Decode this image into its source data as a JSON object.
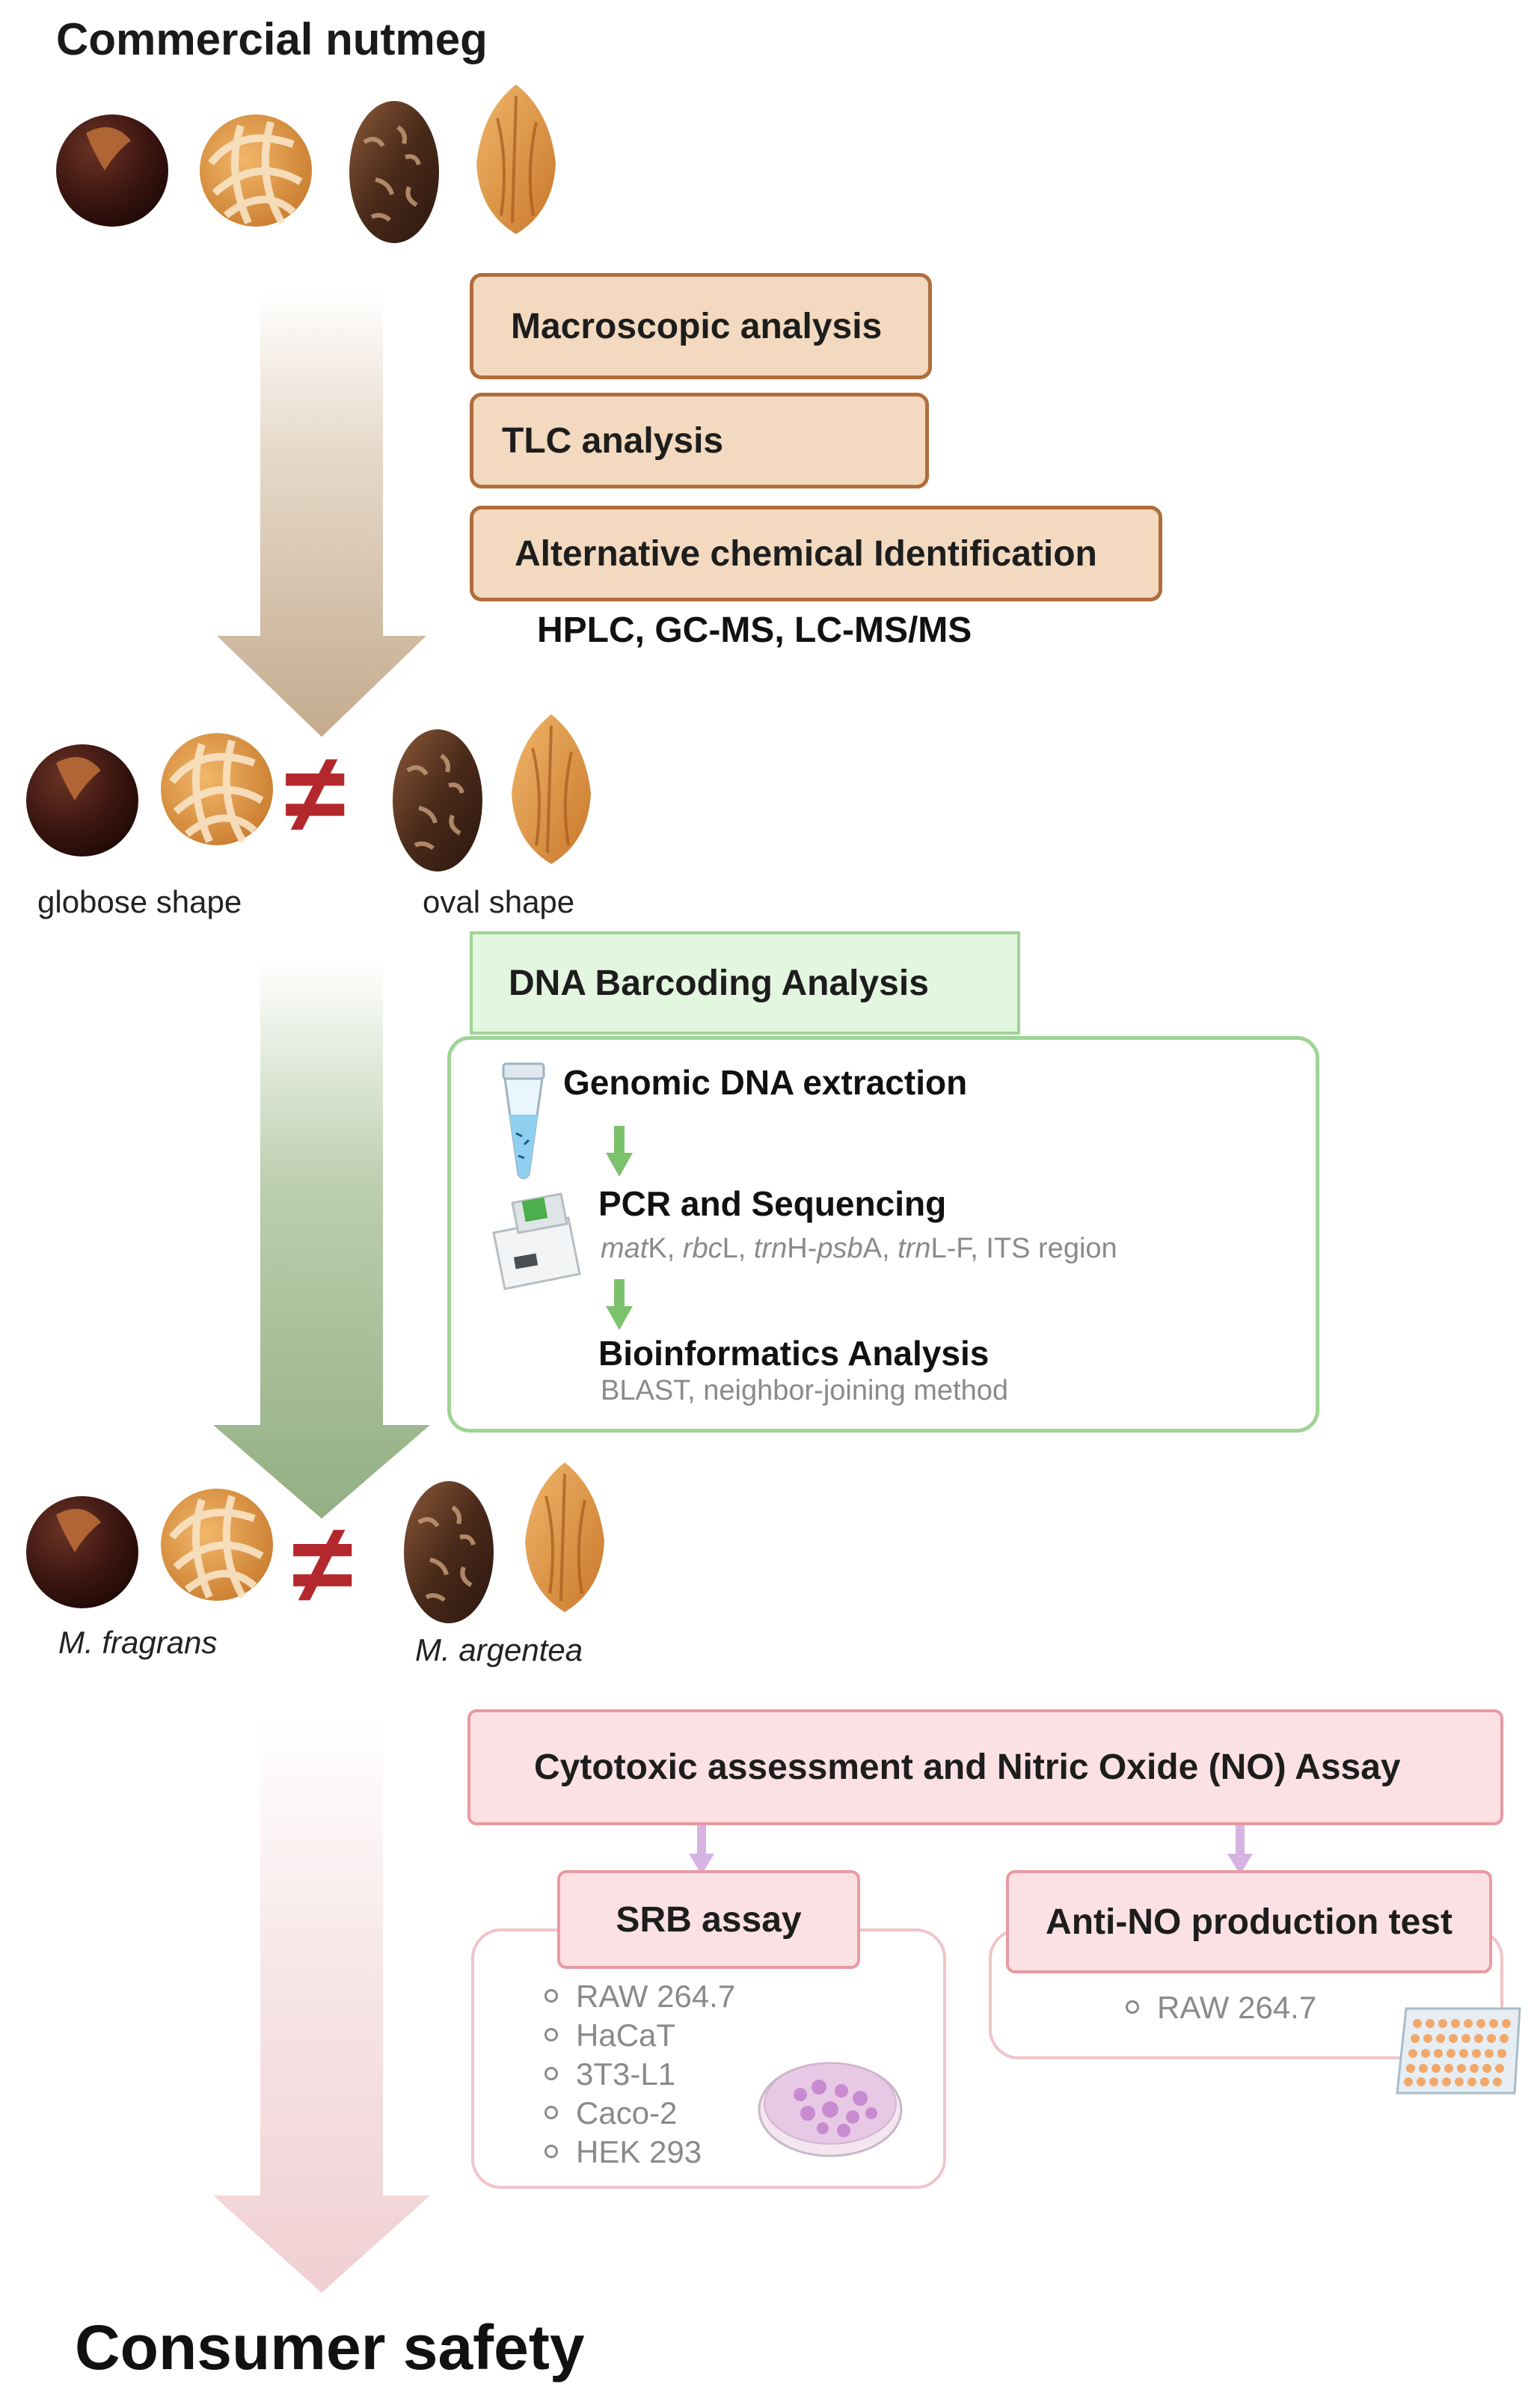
{
  "title": "Commercial nutmeg",
  "stage1": {
    "boxes": [
      "Macroscopic analysis",
      "TLC analysis",
      "Alternative chemical Identification"
    ],
    "methods": "HPLC, GC-MS, LC-MS/MS"
  },
  "stage1_result": {
    "left_label": "globose shape",
    "right_label": "oval shape",
    "symbol": "≠"
  },
  "dna": {
    "header": "DNA Barcoding Analysis",
    "steps": [
      {
        "title": "Genomic DNA extraction",
        "note": ""
      },
      {
        "title": "PCR and Sequencing",
        "note_parts": [
          "mat",
          "K, ",
          "rbc",
          "L, ",
          "trn",
          "H-",
          "psb",
          "A, ",
          "trn",
          "L-F, ITS region"
        ]
      },
      {
        "title": "Bioinformatics Analysis",
        "note": "BLAST, neighbor-joining method"
      }
    ]
  },
  "stage2_result": {
    "left_label": "M. fragrans",
    "right_label": "M. argentea",
    "symbol": "≠"
  },
  "safety": {
    "header": "Cytotoxic assessment and Nitric Oxide (NO) Assay",
    "srb": {
      "title": "SRB assay",
      "cells": [
        "RAW 264.7",
        "HaCaT",
        "3T3-L1",
        "Caco-2",
        "HEK 293"
      ]
    },
    "anti_no": {
      "title": "Anti-NO production test",
      "cells": [
        "RAW 264.7"
      ]
    }
  },
  "footer": "Consumer safety",
  "colors": {
    "tan_fill": "#f2d9bf",
    "tan_border": "#b06d3b",
    "green_fill": "#e3f6df",
    "green_border": "#9ed494",
    "pink_fill": "#fbe1e4",
    "pink_border": "#e89aa2",
    "neq": "#b3282d"
  }
}
